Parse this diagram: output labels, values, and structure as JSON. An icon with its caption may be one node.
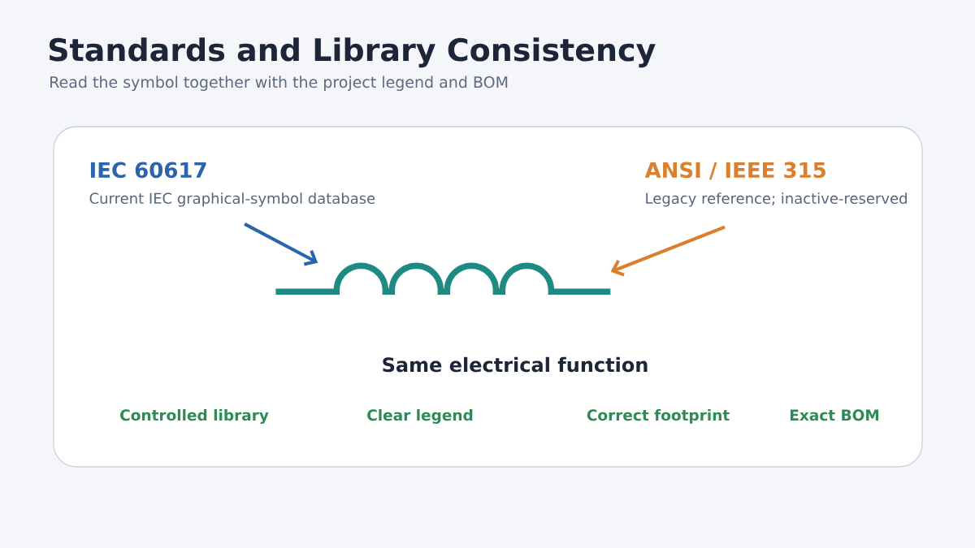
{
  "diagram": {
    "title": "Standards and Library Consistency",
    "nodes": [
      {
        "text": [],
        "shape": "box"
      },
      {
        "text": [
          "IEC 60617",
          "Current IEC graphical-symbol database"
        ],
        "in": 0
      },
      {
        "text": [
          "ANSI / IEEE 315",
          "Legacy reference; inactive-reserved"
        ],
        "in": 0
      },
      {
        "text": [],
        "shape": "picture",
        "in": 0
      }
    ],
    "edges": [
      {
        "from": 1,
        "to": 3,
        "arrow": "to",
        "color": "#2b63ad"
      },
      {
        "from": 2,
        "to": 3,
        "arrow": "to",
        "color": "#d97f2e"
      }
    ],
    "labels": [
      "Read the symbol together with the project legend and BOM",
      "Same electrical function",
      "Controlled library",
      "Clear legend",
      "Correct footprint",
      "Exact BOM"
    ]
  }
}
